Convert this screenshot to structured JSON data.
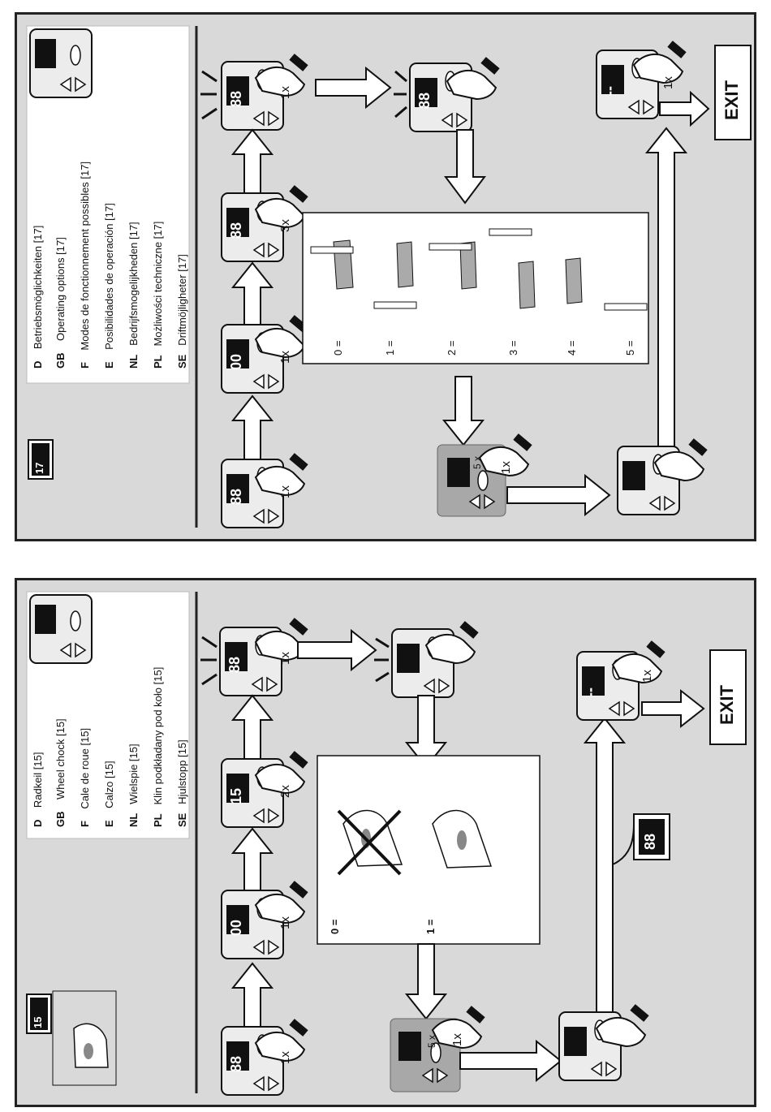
{
  "top": {
    "code": "17",
    "languages": [
      {
        "code": "D",
        "text": "Betriebsmöglichkeiten [17]"
      },
      {
        "code": "GB",
        "text": "Operating options [17]"
      },
      {
        "code": "F",
        "text": "Modes de fonctionnement possibles [17]"
      },
      {
        "code": "E",
        "text": "Posibilidades de operación [17]"
      },
      {
        "code": "NL",
        "text": "Bedrijfsmogelijkheden [17]"
      },
      {
        "code": "PL",
        "text": "Możliwości techniczne [17]"
      },
      {
        "code": "SE",
        "text": "Driftmöjligheter [17]"
      }
    ],
    "steps": [
      "1x",
      "1x",
      "3x",
      "1x"
    ],
    "display_values": [
      "88",
      "00",
      "88",
      "88",
      "88",
      "--"
    ],
    "options": [
      {
        "label": "0 ="
      },
      {
        "label": "1 ="
      },
      {
        "label": "2 ="
      },
      {
        "label": "3 ="
      },
      {
        "label": "4 ="
      },
      {
        "label": "5 ="
      }
    ],
    "hold": "5 x",
    "confirm": "1x",
    "exit_label": "EXIT",
    "exit_press": "1x"
  },
  "bottom": {
    "code": "15",
    "languages": [
      {
        "code": "D",
        "text": "Radkeil [15]"
      },
      {
        "code": "GB",
        "text": "Wheel chock [15]"
      },
      {
        "code": "F",
        "text": "Cale de roue [15]"
      },
      {
        "code": "E",
        "text": "Calzo [15]"
      },
      {
        "code": "NL",
        "text": "Wielspie [15]"
      },
      {
        "code": "PL",
        "text": "Klin podkładany pod koło [15]"
      },
      {
        "code": "SE",
        "text": "Hjulstopp [15]"
      }
    ],
    "steps": [
      "1x",
      "1x",
      "2x",
      "1x"
    ],
    "display_values": [
      "88",
      "00",
      "15",
      "88",
      "88",
      "--"
    ],
    "options": [
      {
        "label": "0 ="
      },
      {
        "label": "1 ="
      }
    ],
    "hold": "5 x",
    "confirm": "1x",
    "exit_label": "EXIT",
    "exit_press": "1x"
  }
}
